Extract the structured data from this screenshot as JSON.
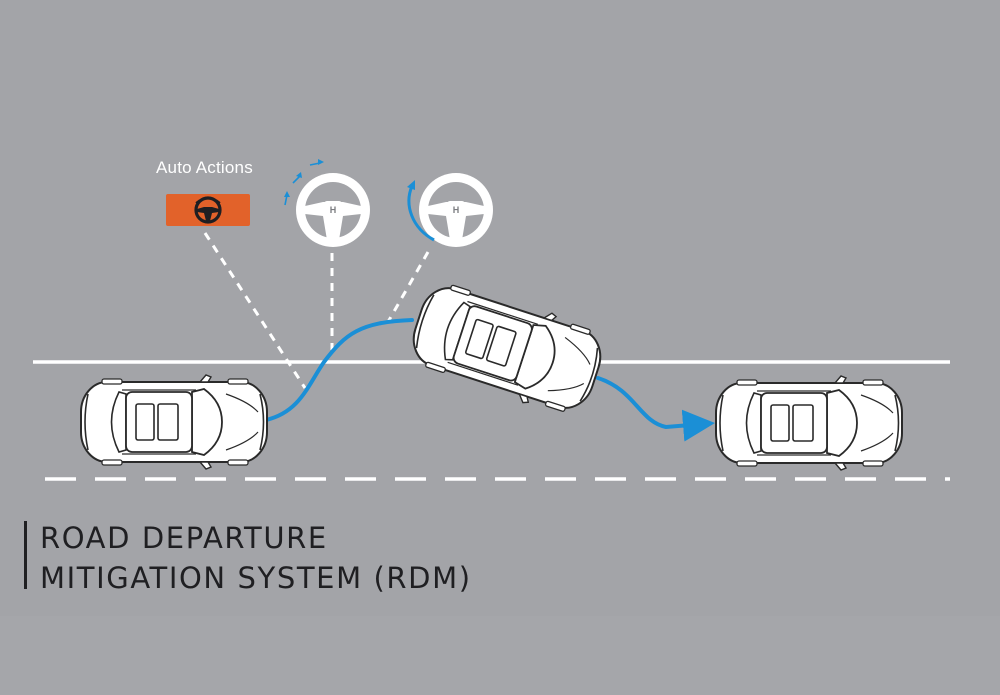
{
  "diagram": {
    "label_auto_actions": "Auto Actions",
    "title_line_1": "ROAD DEPARTURE",
    "title_line_2": "MITIGATION SYSTEM (RDM)",
    "colors": {
      "background": "#a3a4a8",
      "road_line": "#ffffff",
      "path": "#1b8fd6",
      "indicator": "#e2622a",
      "title_text": "#1f1f22"
    },
    "icons": [
      "steering-wheel-indicator-icon",
      "steering-wheel-icon",
      "car-icon",
      "brand-logo-icon"
    ]
  }
}
